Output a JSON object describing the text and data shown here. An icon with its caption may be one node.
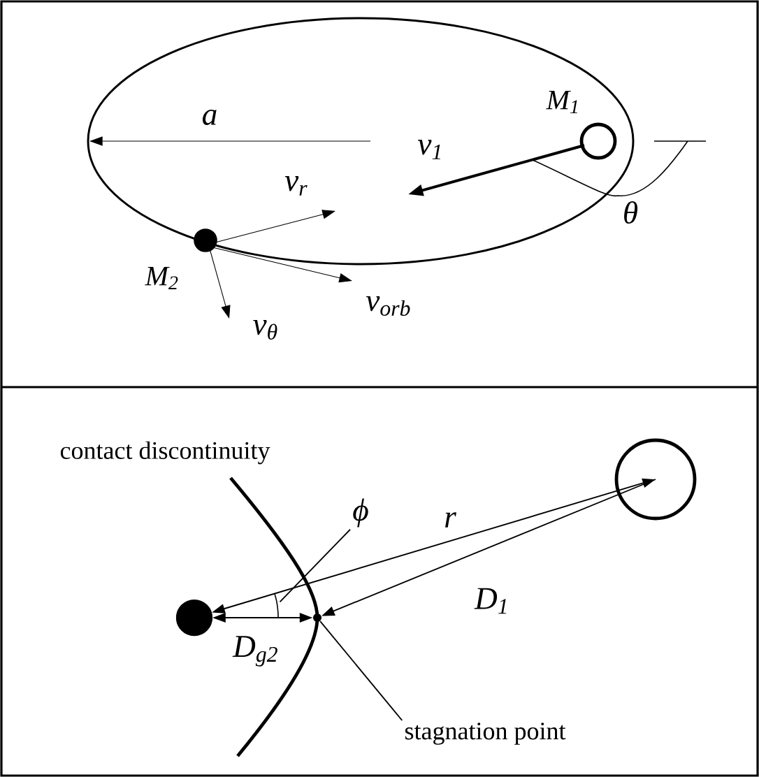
{
  "diagram": {
    "nodes": [
      {
        "text": [],
        "shape": "circle",
        "beside": [
          "M$_{1}$"
        ]
      },
      {
        "text": [],
        "shape": "circle",
        "beside": [
          "M$_{2}$"
        ]
      },
      {
        "text": [],
        "shape": "circle"
      },
      {
        "text": [],
        "shape": "circle"
      },
      {
        "text": [],
        "shape": "point"
      },
      {
        "text": [
          "stagnation point"
        ]
      },
      {
        "text": [
          "ϕ"
        ]
      },
      {
        "text": [],
        "shape": "arc"
      }
    ],
    "edges": [
      {
        "from": 3,
        "to": 2,
        "arrow": "both",
        "label": "r"
      },
      {
        "from": 2,
        "to": 4,
        "arrow": "to",
        "label": "D$_{1}$"
      },
      {
        "from": 3,
        "to": 4,
        "arrow": "both",
        "label": "D$_{g2}$"
      },
      {
        "from": 5,
        "to": 4,
        "arrow": "none"
      },
      {
        "from": 6,
        "to": 7,
        "arrow": "none"
      }
    ],
    "labels": [
      "a",
      "v$_{1}$",
      "θ",
      "v$_{r}$",
      "v$_{orb}$",
      "v$_{θ}$",
      "contact discontinuity"
    ]
  }
}
